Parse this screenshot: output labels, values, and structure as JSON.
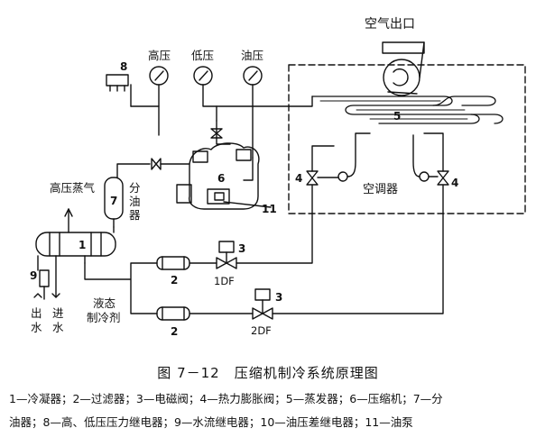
{
  "labels": {
    "air_outlet": "空气出口",
    "high_pressure": "高压",
    "low_pressure": "低压",
    "oil_pressure": "油压",
    "high_pressure_vapor": "高压蒸气",
    "separator_line1": "分",
    "separator_line2": "油",
    "separator_line3": "器",
    "air_conditioner": "空调器",
    "outlet_water_1": "出",
    "outlet_water_2": "水",
    "inlet_water_1": "进",
    "inlet_water_2": "水",
    "liquid_refrigerant_1": "液态",
    "liquid_refrigerant_2": "制冷剂",
    "valve_1df": "1DF",
    "valve_2df": "2DF"
  },
  "numbers": {
    "n1": "1",
    "n2a": "2",
    "n2b": "2",
    "n3a": "3",
    "n3b": "3",
    "n4a": "4",
    "n4b": "4",
    "n5": "5",
    "n6": "6",
    "n7": "7",
    "n8": "8",
    "n9": "9",
    "n11": "11"
  },
  "caption": {
    "title": "图 7－12　压缩机制冷系统原理图",
    "legend_line1": "1—冷凝器；2—过滤器；3—电磁阀；4—热力膨胀阀；5—蒸发器；6—压缩机；7—分",
    "legend_line2": "油器；8—高、低压压力继电器；9—水流继电器；10—油压差继电器；11—油泵"
  },
  "colors": {
    "ink": "#111111",
    "background": "#ffffff"
  }
}
